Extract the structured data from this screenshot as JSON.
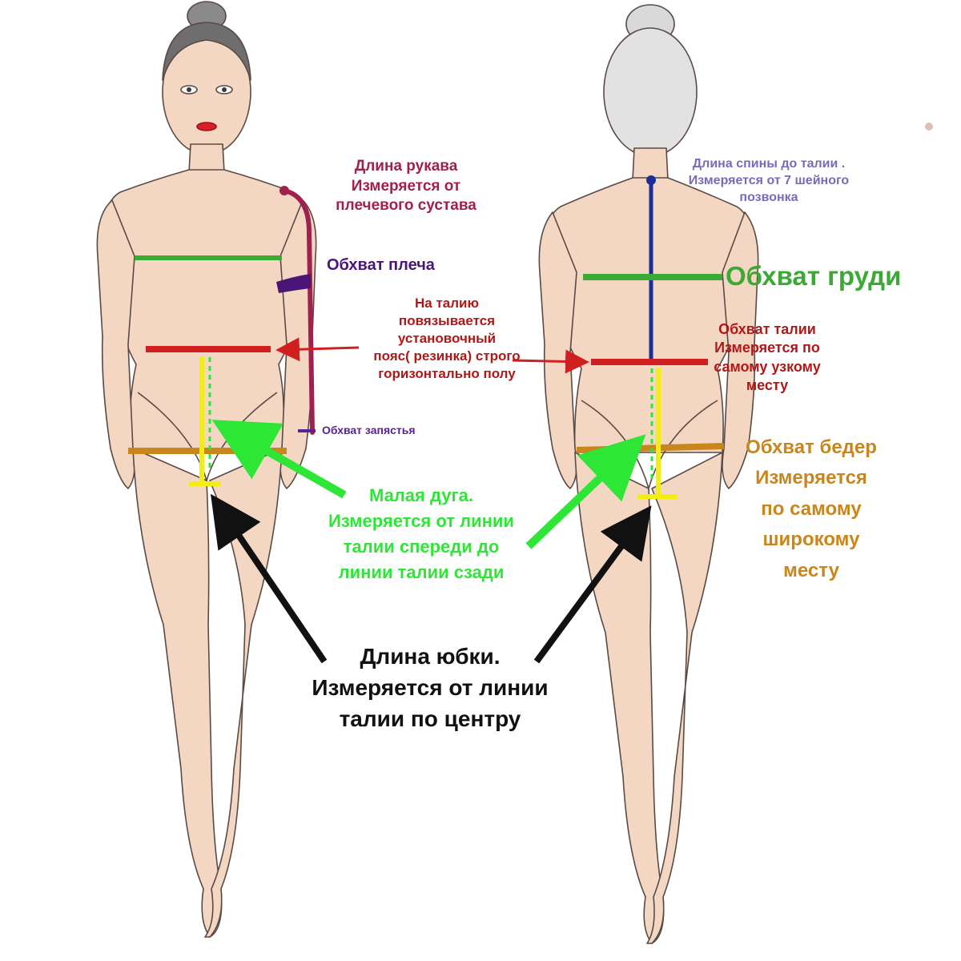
{
  "colors": {
    "skin": "#f3d7c3",
    "outline": "#5a4a45",
    "sleeve": "#a0204f",
    "shoulder": "#4a1577",
    "chest": "#3aaa35",
    "waist": "#d11f1f",
    "hips": "#c8861c",
    "small_arc": "#2ee636",
    "skirt_yellow": "#f2ee10",
    "back": "#1c2c9b",
    "back_text": "#7a6ab8",
    "arrow_black": "#111111",
    "waist_text": "#b01818"
  },
  "labels": {
    "sleeve": [
      "Длина рукава",
      "Измеряется от",
      "плечевого сустава"
    ],
    "shoulder": "Обхват плеча",
    "belt": [
      "На талию",
      "повязывается",
      "установочный",
      "пояс( резинка) строго",
      "горизонтально полу"
    ],
    "wrist": "Обхват запястья",
    "small_arc": [
      "Малая дуга.",
      "Измеряется от линии",
      "талии спереди до",
      "линии талии сзади"
    ],
    "skirt": [
      "Длина юбки.",
      "Измеряется от линии",
      "талии по центру"
    ],
    "back_length": [
      "Длина спины до талии .",
      "Измеряется от 7 шейного",
      "позвонка"
    ],
    "chest": "Обхват груди",
    "waist": [
      "Обхват талии",
      "Измеряется по",
      "самому узкому",
      "месту"
    ],
    "hips": [
      "Обхват бедер",
      "Измеряется",
      "по самому",
      "широкому",
      "месту"
    ]
  }
}
